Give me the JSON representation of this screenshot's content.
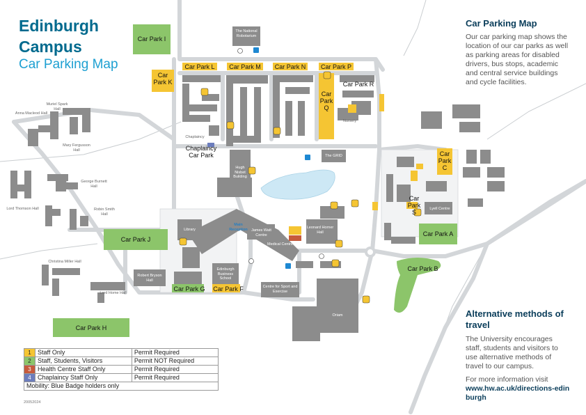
{
  "header": {
    "title": "Edinburgh Campus",
    "subtitle": "Car Parking Map"
  },
  "sidebar": {
    "parking_heading": "Car Parking Map",
    "parking_text": "Our car parking map shows the location of our car parks as well as parking areas for disabled drivers, bus stops, academic and central service buildings and cycle facilities.",
    "alt_heading": "Alternative methods of travel",
    "alt_text": "The University encourages staff, students and visitors to use alternative methods of travel to our campus.",
    "alt_more": "For more information visit",
    "alt_link": "www.hw.ac.uk/directions-edinburgh"
  },
  "car_parks": {
    "i": "Car Park I",
    "k": "Car Park K",
    "l": "Car Park L",
    "m": "Car Park M",
    "n": "Car Park N",
    "p": "Car Park P",
    "q": "Car Park Q",
    "r": "Car Park R",
    "c": "Car Park C",
    "s": "Car Park S",
    "a": "Car Park A",
    "b": "Car Park B",
    "j": "Car Park J",
    "g": "Car Park G",
    "f": "Car Park F",
    "h": "Car Park H",
    "chaplaincy": "Chaplaincy Car Park"
  },
  "buildings": {
    "robotarium": "The National Robotarium",
    "murrel_spark": "Muriel Spark Hall",
    "anna_macleod": "Anna Macleod Hall",
    "mary_fergusson": "Mary Fergusson Hall",
    "george_burnett": "George Burnett Hall",
    "lord_thomson": "Lord Thomson Hall",
    "robin_smith": "Robin Smith Hall",
    "christina_miller": "Christina Miller Hall",
    "robert_bryson": "Robert Bryson Hall",
    "lord_home": "Lord Home Hall",
    "chaplaincy": "Chaplaincy",
    "hugh_nisbet": "Hugh Nisbet Building",
    "library": "Library",
    "main_reception": "Main Reception",
    "james_watt": "James Watt Centre",
    "medical_centre": "Medical Centre",
    "leonard_horner": "Leonard Horner Hall",
    "edinburgh_business_school": "Edinburgh Business School",
    "centre_sport": "Centre for Sport and Exercise",
    "oriam": "Oriam",
    "the_grid": "The GRID",
    "nursery": "Nursery",
    "lyell_centre": "Lyell Centre"
  },
  "legend": [
    {
      "num": "1",
      "color": "#f5c533",
      "label": "Staff Only",
      "permit": "Permit Required"
    },
    {
      "num": "2",
      "color": "#8cc56a",
      "label": "Staff, Students, Visitors",
      "permit": "Permit NOT Required"
    },
    {
      "num": "3",
      "color": "#c65a3c",
      "label": "Health Centre Staff Only",
      "permit": "Permit Required"
    },
    {
      "num": "4",
      "color": "#6c7dbd",
      "label": "Chaplaincy Staff Only",
      "permit": "Permit Required"
    }
  ],
  "legend_note": "Mobility: Blue Badge holders only",
  "doc_code": "20052024",
  "colors": {
    "staff": "#f5c533",
    "visitors": "#8cc56a",
    "health": "#c65a3c",
    "chaplaincy": "#6c7dbd",
    "building": "#8c8c8c",
    "road": "#d5d8da",
    "water": "#cde8f5",
    "title": "#006a8e"
  }
}
